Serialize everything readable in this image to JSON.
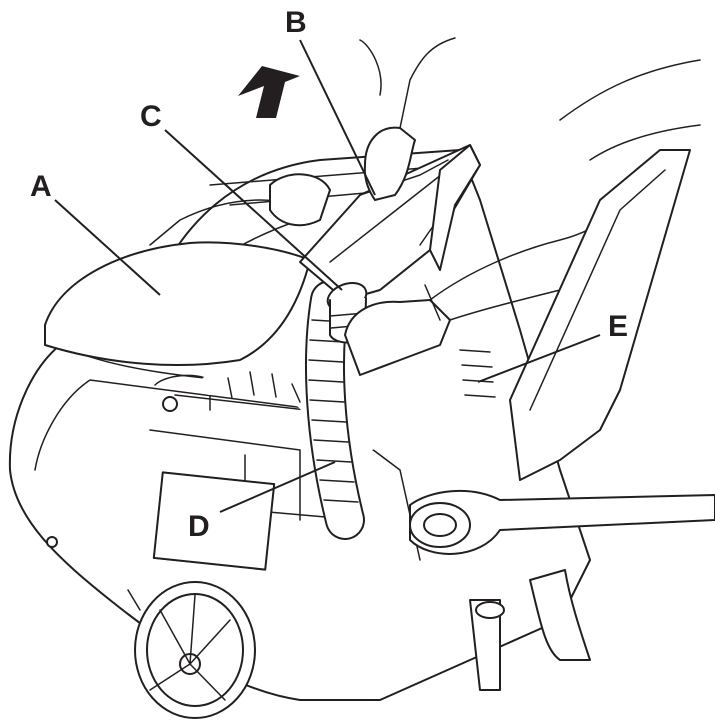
{
  "figure": {
    "callouts": [
      {
        "id": "A",
        "label": "A"
      },
      {
        "id": "B",
        "label": "B"
      },
      {
        "id": "C",
        "label": "C"
      },
      {
        "id": "D",
        "label": "D"
      },
      {
        "id": "E",
        "label": "E"
      }
    ],
    "direction_arrow": "up-arrow-icon",
    "colors": {
      "line": "#231f20",
      "background": "#ffffff"
    }
  }
}
